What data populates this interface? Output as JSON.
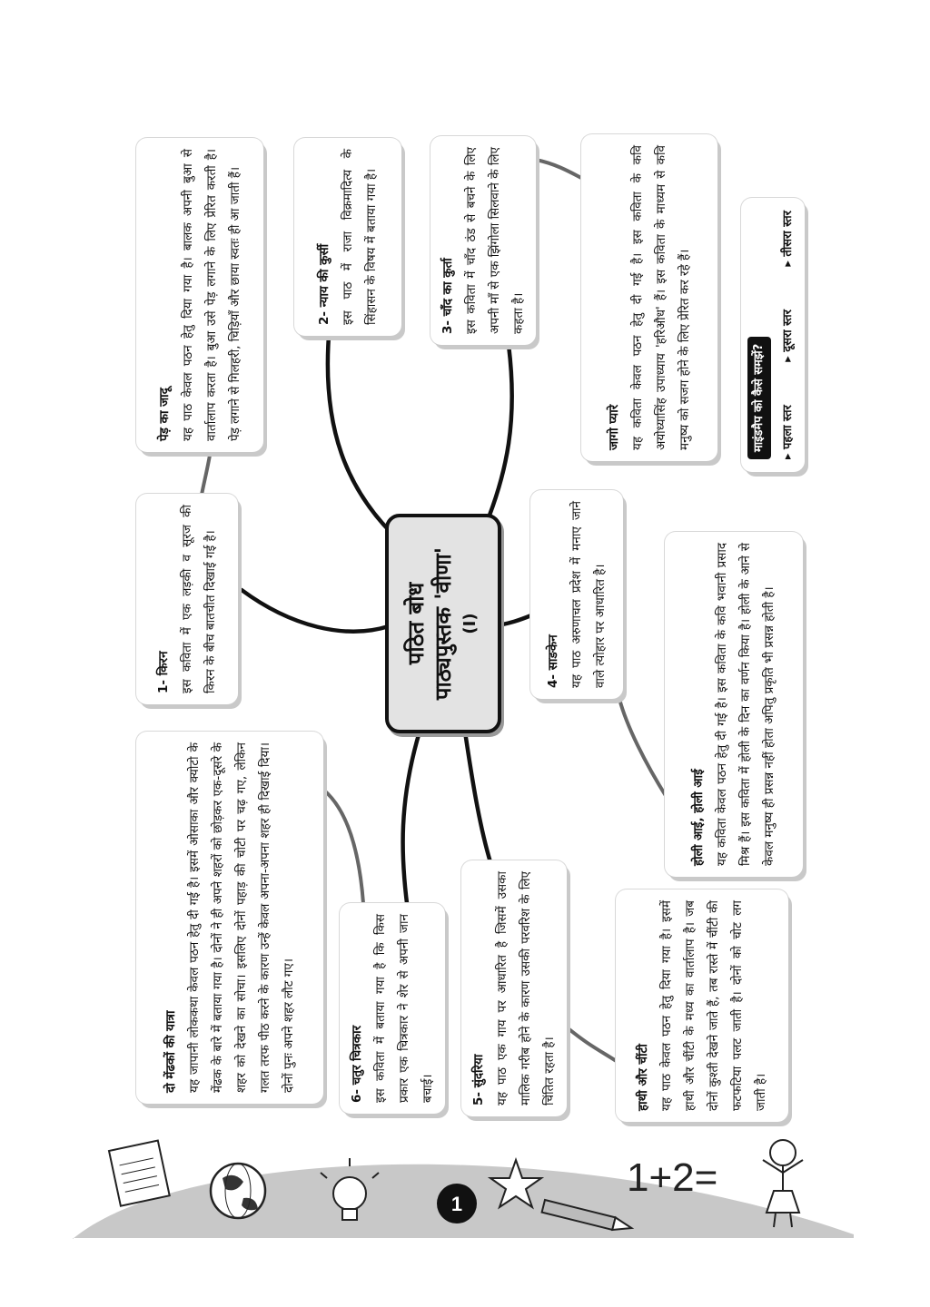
{
  "center": {
    "line1": "पठित बोध",
    "line2": "पाठ्यपुस्तक 'वीणा'",
    "line3": "(I)"
  },
  "nodes": [
    {
      "id": "ped",
      "title": "पेड़ का जादू",
      "text": "यह पाठ केवल पठन हेतु दिया गया है। बालक अपनी बुआ से वार्तालाप करता है। बुआ उसे पेड़ लगाने के लिए प्रेरित करती है। पेड़ लगाने से गिलहरी, चिड़ियाँ और छाया स्वतः ही आ जाती हैं।"
    },
    {
      "id": "nyay",
      "title": "2- न्याय की कुर्सी",
      "text": "इस पाठ में राजा विक्रमादित्य के सिंहासन के विषय में बताया गया है।"
    },
    {
      "id": "chand",
      "title": "3- चाँद का कुर्ता",
      "text": "इस कविता में चाँद ठंड से बचने के लिए अपनी माँ से एक झिंगोला सिलवाने के लिए कहता है।"
    },
    {
      "id": "jago",
      "title": "जागो प्यारे",
      "text": "यह कविता केवल पठन हेतु दी गई है। इस कविता के कवि अयोध्यासिंह उपाध्याय 'हरिऔध' हैं। इस कविता के माध्यम से कवि मनुष्य को सजग होने के लिए प्रेरित कर रहे हैं।"
    },
    {
      "id": "kiran",
      "title": "1- किरन",
      "text": "इस कविता में एक लड़की व सूरज की किरन के बीच बातचीत दिखाई गई है।"
    },
    {
      "id": "sadoken",
      "title": "4- साङकेन",
      "text": "यह पाठ अरुणाचल प्रदेश में मनाए जाने वाले त्योहार पर आधारित है।"
    },
    {
      "id": "holi",
      "title": "होली आई, होली आई",
      "text": "यह कविता केवल पठन हेतु दी गई है। इस कविता के कवि भवानी प्रसाद मिश्र हैं। इस कविता में होली के दिन का वर्णन किया है। होली के आने से केवल मनुष्य ही प्रसन्न नहीं होता अपितु प्रकृति भी प्रसन्न होती है।"
    },
    {
      "id": "mendak",
      "title": "दो मेंढकों की यात्रा",
      "text": "यह जापानी लोककथा केवल पठन हेतु दी गई है। इसमें ओसाका और क्योटो के मेंढक के बारे में बताया गया है। दोनों ने ही अपने शहरों को छोड़कर एक-दूसरे के शहर को देखने का सोचा। इसलिए दोनों पहाड़ की चोटी पर चढ़ गए, लेकिन गलत तरफ पीठ करने के कारण उन्हें केवल अपना-अपना शहर ही दिखाई दिया। दोनों पुनः अपने शहर लौट गए।"
    },
    {
      "id": "chatur",
      "title": "6- चतुर चित्रकार",
      "text": "इस कविता में बताया गया है कि किस प्रकार एक चित्रकार ने शेर से अपनी जान बचाई।"
    },
    {
      "id": "sundariya",
      "title": "5- सुंदरिया",
      "text": "यह पाठ एक गाय पर आधारित है जिसमें उसका मालिक गरीब होने के कारण उसकी परवरिश के लिए चिंतित रहता है।"
    },
    {
      "id": "hathi",
      "title": "हाथी और चींटी",
      "text": "यह पाठ केवल पठन हेतु दिया गया है। इसमें हाथी और चींटी के मध्य का वार्तालाप है। जब दोनों कुश्ती देखने जाते हैं, तब रास्ते में चींटी की फटफटिया पलट जाती है। दोनों को चोट लग जाती है।"
    }
  ],
  "howto": {
    "title": "माइंडमैप को कैसे समझें?",
    "levels": [
      "▸ पहला स्तर",
      "▸ दूसरा स्तर",
      "▸ तीसरा स्तर"
    ]
  },
  "footer": {
    "page_number": "1",
    "math_text": "1+2="
  }
}
